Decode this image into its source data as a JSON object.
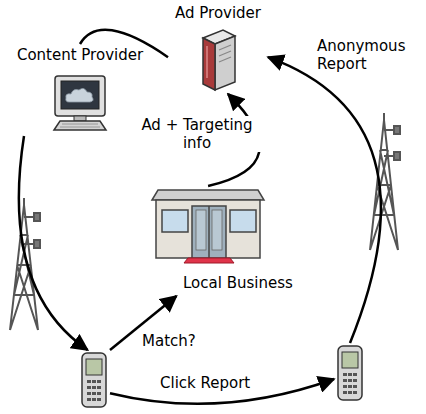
{
  "diagram": {
    "nodes": [
      {
        "text": [
          "Ad Provider"
        ]
      },
      {
        "text": [
          "Content Provider"
        ]
      },
      {
        "text": [
          "Local Business"
        ]
      },
      {
        "text": []
      },
      {
        "text": []
      }
    ],
    "edges": [
      {
        "from": 1,
        "to": 0,
        "arrow": "none"
      },
      {
        "from": 1,
        "to": 3,
        "arrow": "to"
      },
      {
        "from": 3,
        "to": 4,
        "label": "Click Report",
        "arrow": "to"
      },
      {
        "from": 4,
        "to": 0,
        "label": "Anonymous Report",
        "arrow": "to"
      },
      {
        "from": 2,
        "to": 0,
        "label": "Ad + Targeting info",
        "arrow": "to"
      },
      {
        "from": 3,
        "to": 2,
        "label": "Match?",
        "arrow": "to"
      }
    ]
  }
}
